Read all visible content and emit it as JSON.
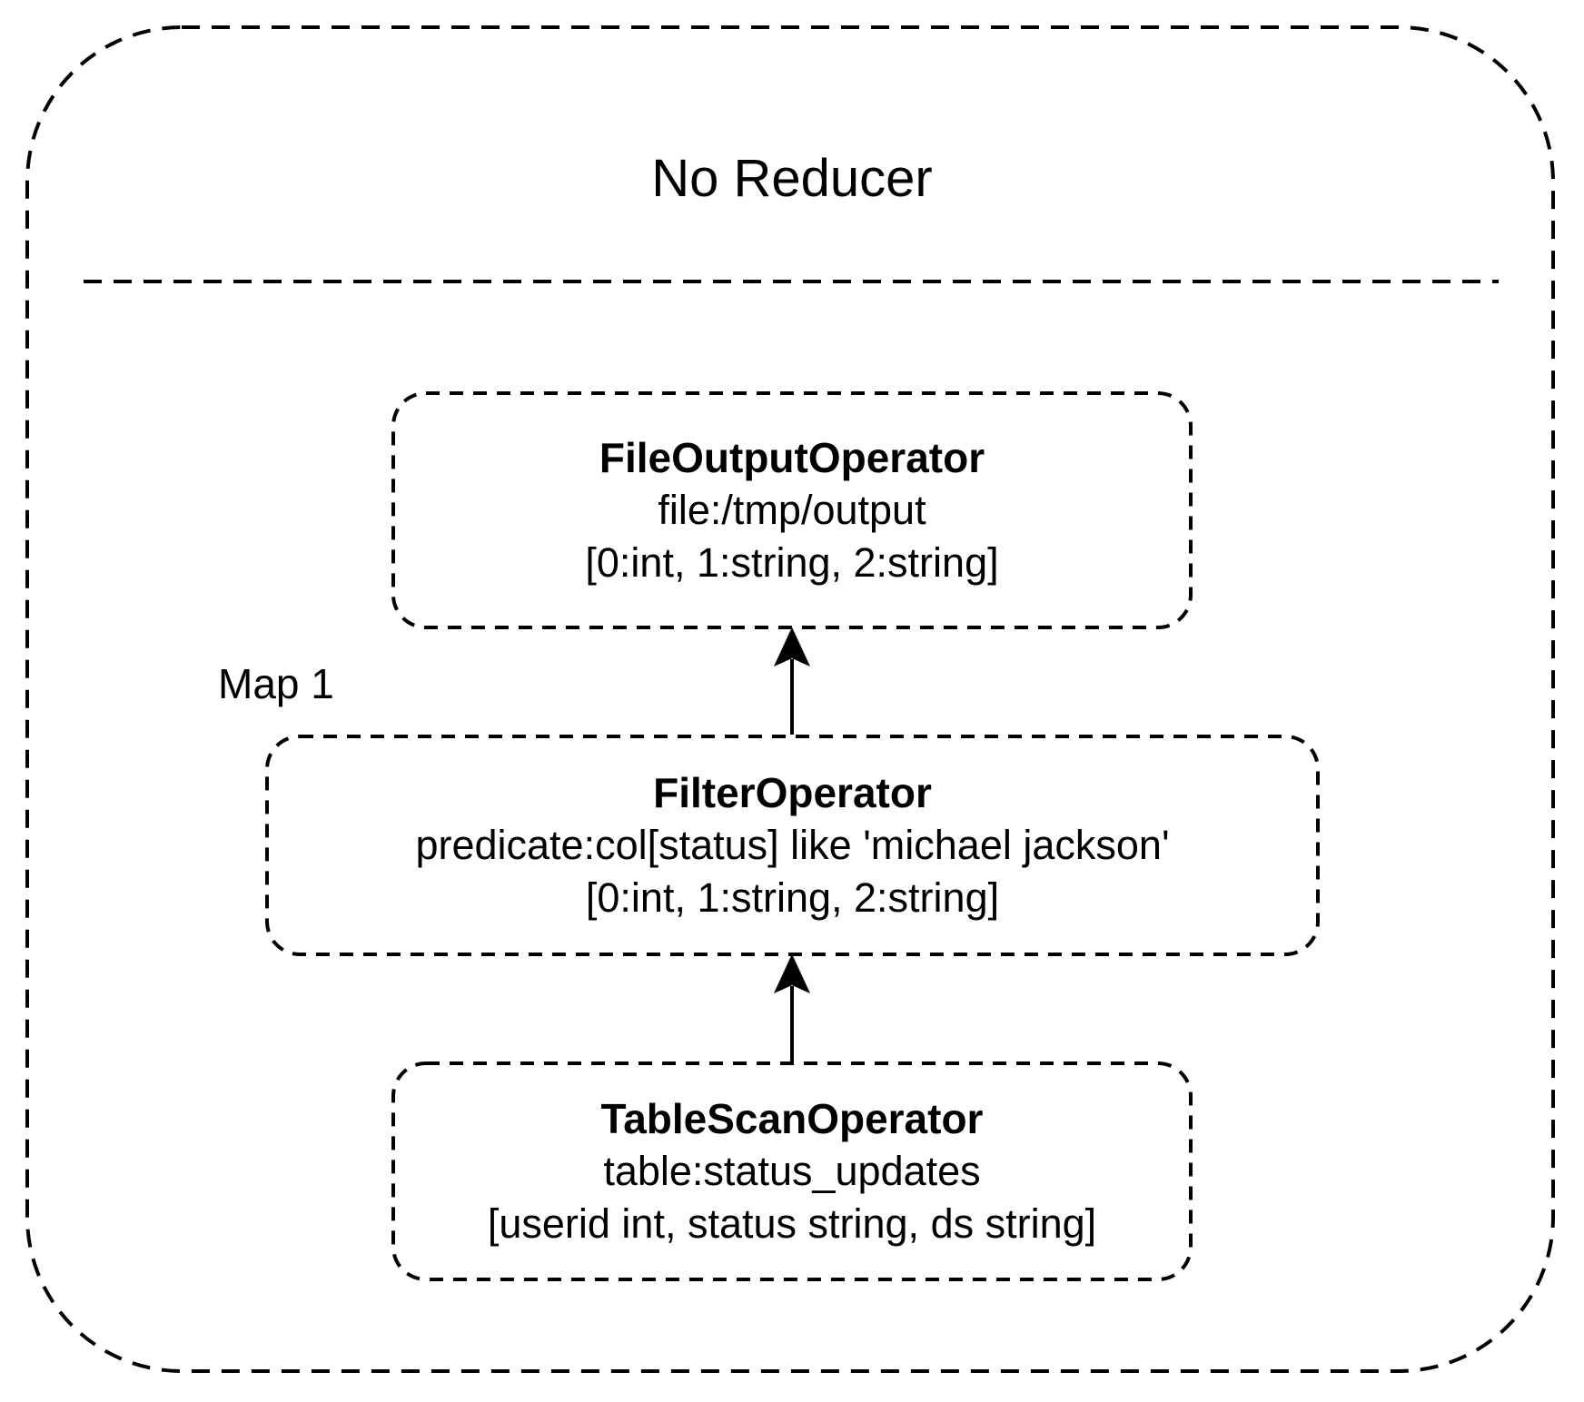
{
  "diagram": {
    "stage_label": "No Reducer",
    "map_label": "Map 1",
    "operators": [
      {
        "id": "file-output",
        "name": "FileOutputOperator",
        "detail": "file:/tmp/output",
        "schema": "[0:int, 1:string, 2:string]"
      },
      {
        "id": "filter",
        "name": "FilterOperator",
        "detail": "predicate:col[status] like 'michael jackson'",
        "schema": "[0:int, 1:string, 2:string]"
      },
      {
        "id": "table-scan",
        "name": "TableScanOperator",
        "detail": "table:status_updates",
        "schema": "[userid int, status string, ds string]"
      }
    ],
    "edges": [
      {
        "from": "table-scan",
        "to": "filter"
      },
      {
        "from": "filter",
        "to": "file-output"
      }
    ],
    "colors": {
      "stroke": "#000000",
      "background": "#ffffff",
      "text": "#000000"
    }
  }
}
